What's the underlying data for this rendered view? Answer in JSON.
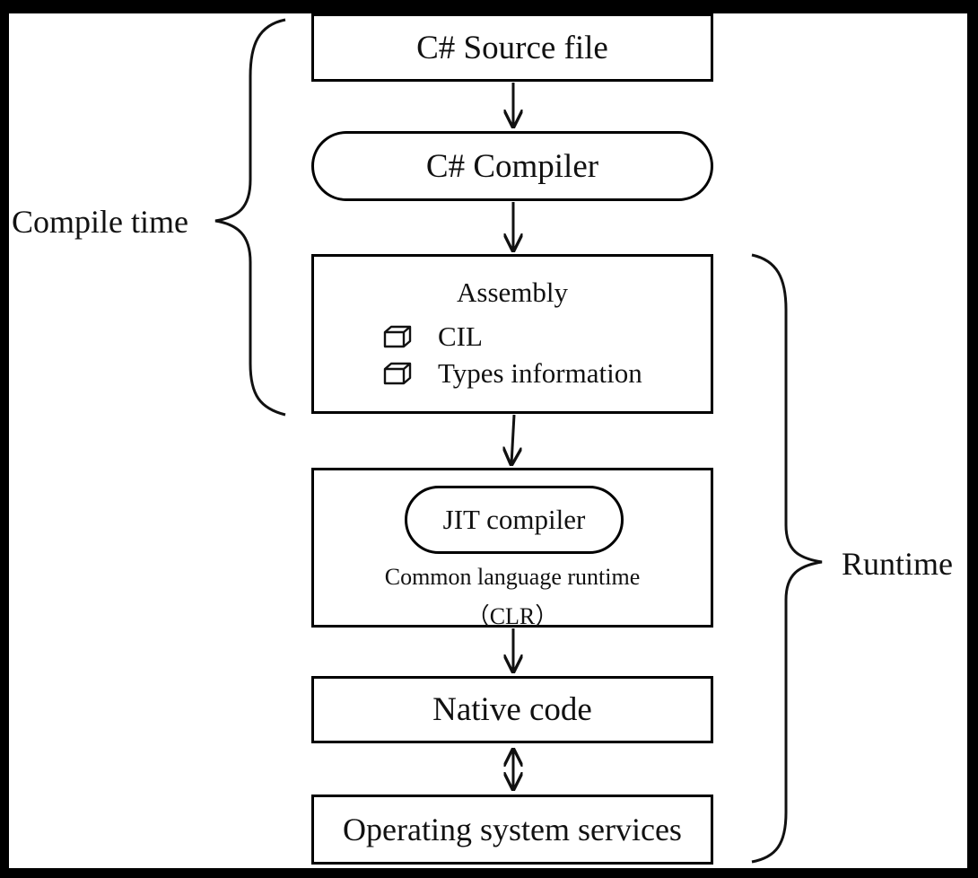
{
  "diagram": {
    "nodes": {
      "source": "C# Source file",
      "compiler": "C# Compiler",
      "assembly": {
        "title": "Assembly",
        "items": [
          "CIL",
          "Types information"
        ]
      },
      "clr": {
        "jit": "JIT compiler",
        "line1": "Common language runtime",
        "line2": "（CLR）"
      },
      "native": "Native code",
      "os": "Operating system services"
    },
    "braces": {
      "compile_time": "Compile time",
      "runtime": "Runtime"
    },
    "edges": [
      {
        "from": "source",
        "to": "compiler",
        "type": "arrow"
      },
      {
        "from": "compiler",
        "to": "assembly",
        "type": "arrow"
      },
      {
        "from": "assembly",
        "to": "clr",
        "type": "arrow"
      },
      {
        "from": "clr",
        "to": "native",
        "type": "arrow"
      },
      {
        "from": "native",
        "to": "os",
        "type": "bidirectional"
      }
    ],
    "colors": {
      "background": "#000000",
      "panel": "#ffffff",
      "ink": "#111111"
    },
    "item_icon": "cube-icon"
  }
}
